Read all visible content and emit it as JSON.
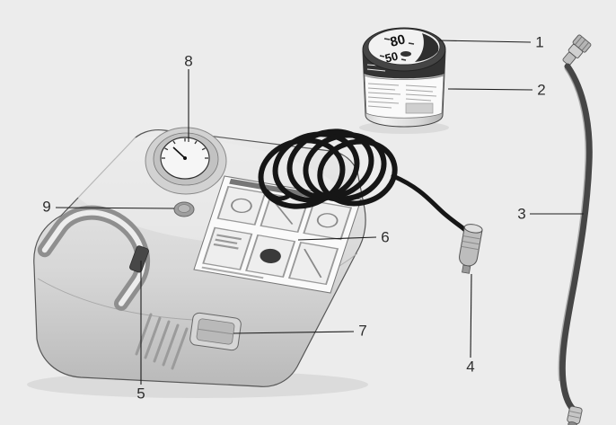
{
  "canvas": {
    "background": "#ececec"
  },
  "palette": {
    "leader_line": "#1c1c1c",
    "callout_text": "#2e2e2e",
    "compressor_gray": "#d7d7d7",
    "cable_black": "#161616",
    "hose_gray": "#464646",
    "label_white": "#fafafa"
  },
  "bottle_cap": {
    "speed_value_1": "80",
    "speed_value_2": "50"
  },
  "callouts": [
    {
      "label": "1",
      "target": "sealant-bottle-cap"
    },
    {
      "label": "2",
      "target": "sealant-bottle-label"
    },
    {
      "label": "3",
      "target": "inflation-hose"
    },
    {
      "label": "4",
      "target": "power-plug-connector"
    },
    {
      "label": "5",
      "target": "bottle-holder-slot"
    },
    {
      "label": "6",
      "target": "instruction-label"
    },
    {
      "label": "7",
      "target": "power-switch"
    },
    {
      "label": "8",
      "target": "pressure-gauge"
    },
    {
      "label": "9",
      "target": "pressure-release-button"
    }
  ]
}
